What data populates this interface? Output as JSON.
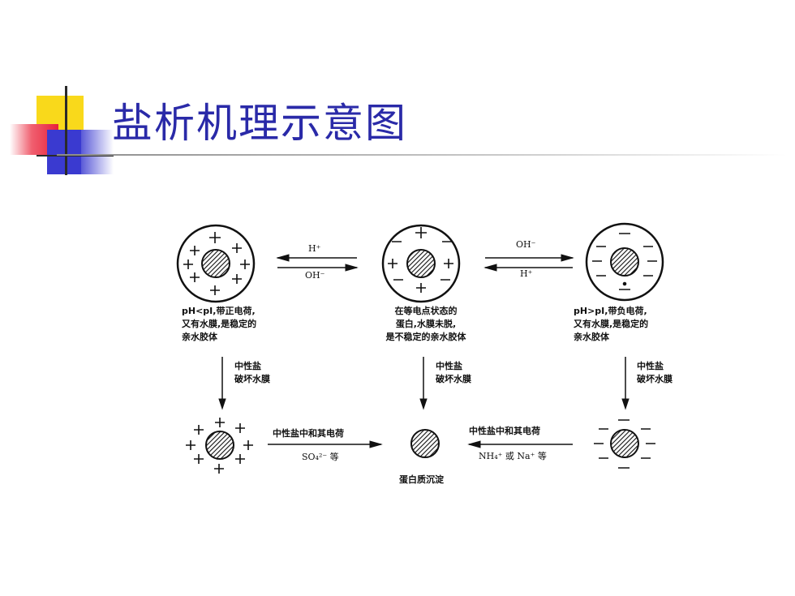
{
  "slide": {
    "title": "盐析机理示意图"
  },
  "states": {
    "left_top": [
      "pH<pI,带正电荷,",
      "又有水膜,是稳定的",
      "亲水胶体"
    ],
    "center_top": [
      "在等电点状态的",
      "蛋白,水膜未脱,",
      "是不稳定的亲水胶体"
    ],
    "right_top": [
      "pH>pI,带负电荷,",
      "又有水膜,是稳定的",
      "亲水胶体"
    ],
    "center_bottom": "蛋白质沉淀"
  },
  "arrows": {
    "top_left_upper": "H⁺",
    "top_left_lower": "OH⁻",
    "top_right_upper": "OH⁻",
    "top_right_lower": "H⁺",
    "vertical": [
      "中性盐",
      "破坏水膜"
    ],
    "bottom_left_upper": "中性盐中和其电荷",
    "bottom_left_lower": "SO₄²⁻ 等",
    "bottom_right_upper": "中性盐中和其电荷",
    "bottom_right_lower": "NH₄⁺ 或 Na⁺ 等"
  }
}
